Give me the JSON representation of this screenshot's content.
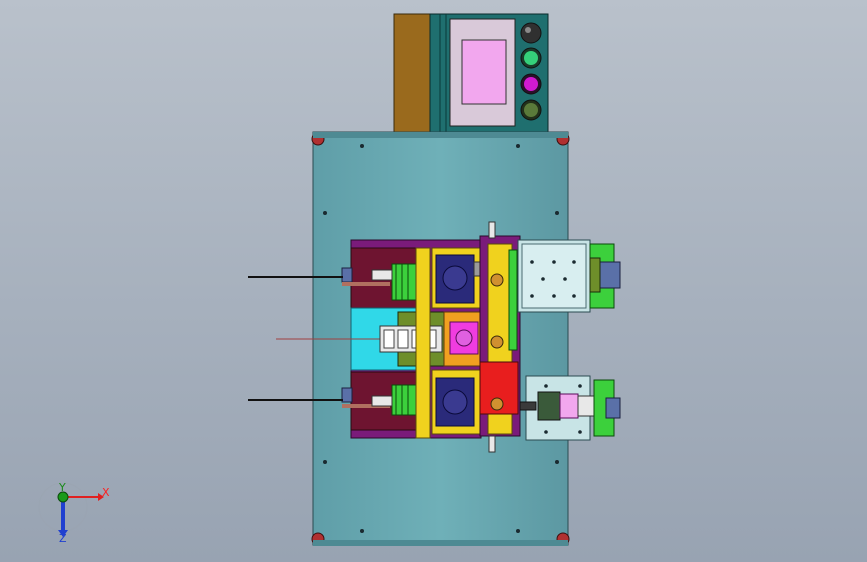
{
  "viewport": {
    "background_top": "#b9c1cb",
    "background_bottom": "#98a3b2"
  },
  "machine": {
    "base_plate_color": "#6aa9b2",
    "control_box": {
      "side_panel_color": "#9a6a1d",
      "face_color": "#1f6f6f",
      "screen_color": "#f2a7ee",
      "buttons": [
        {
          "name": "emergency-stop",
          "color": "#303030"
        },
        {
          "name": "start",
          "color": "#35d07a"
        },
        {
          "name": "mode",
          "color": "#d01ad0"
        },
        {
          "name": "reset",
          "color": "#5a7a3a"
        }
      ]
    },
    "colors": {
      "purple": "#7a1b7a",
      "navy": "#2a2a7a",
      "yellow": "#f0d21e",
      "magenta": "#f03ce0",
      "red": "#e81e1e",
      "green": "#3cd03c",
      "cyan": "#30d8e8",
      "orange": "#f0a020",
      "olive": "#6e8e2a",
      "light_panel": "#c8e4e6"
    }
  },
  "axis_triad": {
    "x_label": "X",
    "y_label": "Y",
    "z_label": "Z",
    "x_color": "#e02020",
    "y_color": "#1a9a1a",
    "z_color": "#2040d0"
  }
}
